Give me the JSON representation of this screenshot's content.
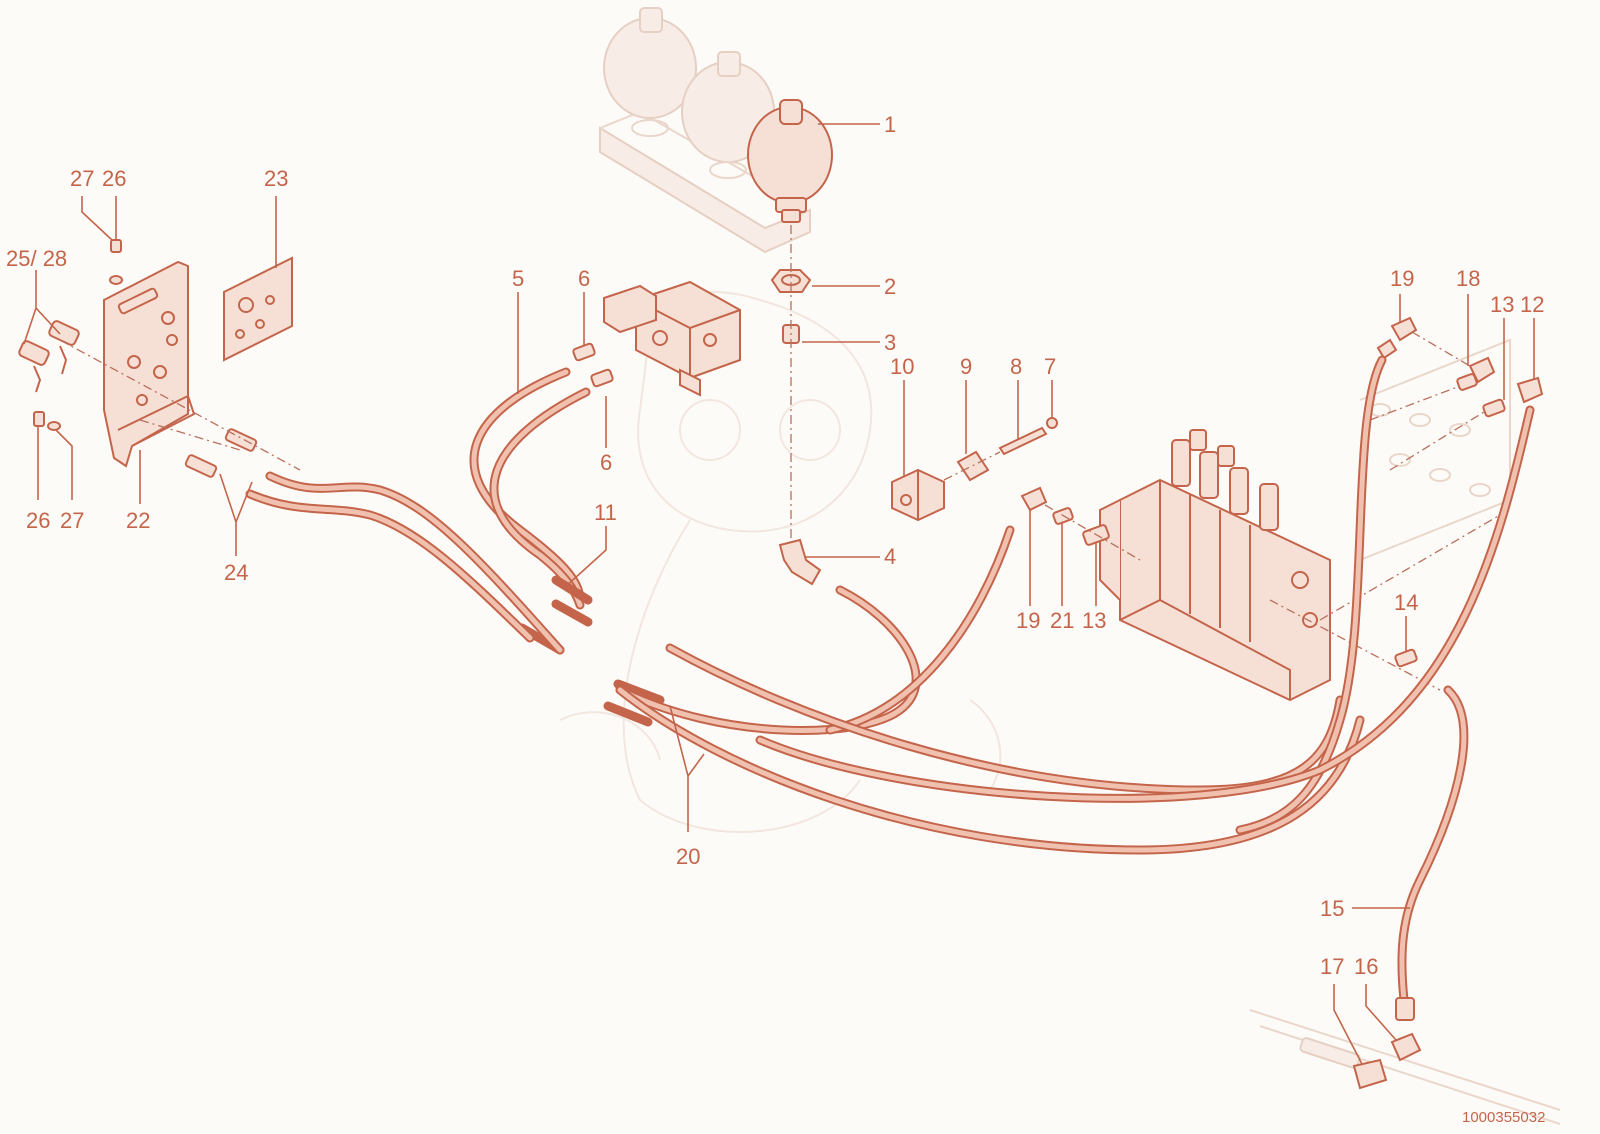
{
  "diagram": {
    "document_id": "1000355032",
    "callouts": {
      "c1": "1",
      "c2": "2",
      "c3": "3",
      "c4": "4",
      "c5": "5",
      "c6a": "6",
      "c6b": "6",
      "c7": "7",
      "c8": "8",
      "c9": "9",
      "c10": "10",
      "c11": "11",
      "c12": "12",
      "c13a": "13",
      "c13b": "13",
      "c14": "14",
      "c15": "15",
      "c16": "16",
      "c17": "17",
      "c18": "18",
      "c19a": "19",
      "c19b": "19",
      "c20": "20",
      "c21": "21",
      "c22": "22",
      "c23": "23",
      "c24": "24",
      "c25_28": "25/ 28",
      "c26a": "26",
      "c27a": "27",
      "c26b": "26",
      "c27b": "27"
    },
    "colors": {
      "accent": "#c4654b",
      "fill": "#f6e0d6",
      "ghost": "#ead6cb",
      "background": "#fdfbf8"
    }
  }
}
